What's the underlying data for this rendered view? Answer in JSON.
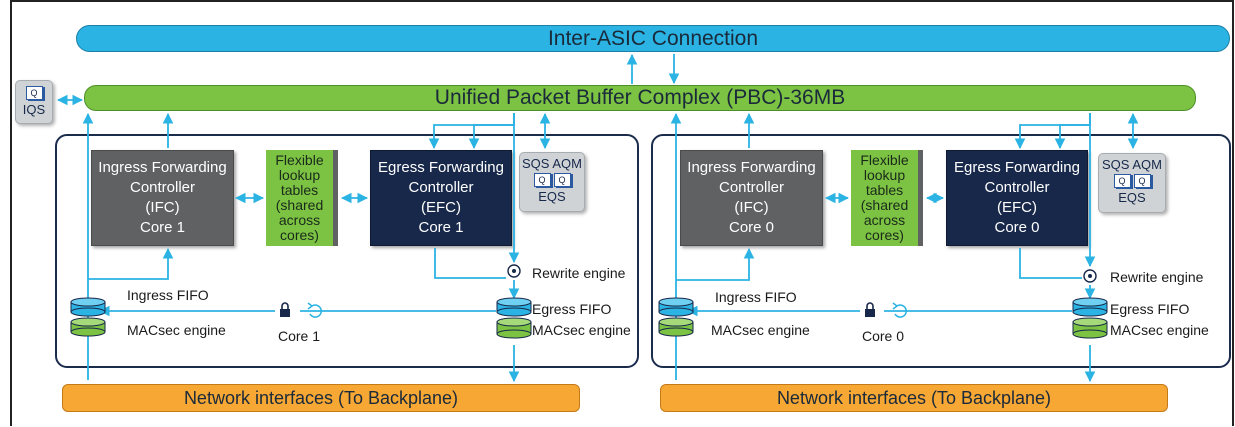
{
  "bars": {
    "inter_asic": "Inter-ASIC Connection",
    "pbc": "Unified Packet Buffer Complex (PBC)-36MB"
  },
  "iqs": {
    "label": "IQS",
    "q": "Q"
  },
  "cores": [
    {
      "ifc": {
        "line1": "Ingress Forwarding",
        "line2": "Controller",
        "line3": "(IFC)",
        "core": "Core 1"
      },
      "flex": {
        "line1": "Flexible",
        "line2": "lookup",
        "line3": "tables",
        "line4": "(shared",
        "line5": "across",
        "line6": "cores)"
      },
      "efc": {
        "line1": "Egress Forwarding",
        "line2": "Controller",
        "line3": "(EFC)",
        "core": "Core 1"
      },
      "queues": {
        "top": "SQS AQM",
        "q1": "Q",
        "q2": "Q",
        "bottom": "EQS"
      },
      "rewrite": "Rewrite engine",
      "ingress_fifo": "Ingress FIFO",
      "macsec_left": "MACsec engine",
      "core_label": "Core 1",
      "egress_fifo": "Egress FIFO",
      "macsec_right": "MACsec engine",
      "network": "Network interfaces (To Backplane)"
    },
    {
      "ifc": {
        "line1": "Ingress Forwarding",
        "line2": "Controller",
        "line3": "(IFC)",
        "core": "Core 0"
      },
      "flex": {
        "line1": "Flexible",
        "line2": "lookup",
        "line3": "tables",
        "line4": "(shared",
        "line5": "across",
        "line6": "cores)"
      },
      "efc": {
        "line1": "Egress Forwarding",
        "line2": "Controller",
        "line3": "(EFC)",
        "core": "Core 0"
      },
      "queues": {
        "top": "SQS AQM",
        "q1": "Q",
        "q2": "Q",
        "bottom": "EQS"
      },
      "rewrite": "Rewrite engine",
      "ingress_fifo": "Ingress FIFO",
      "macsec_left": "MACsec engine",
      "core_label": "Core 0",
      "egress_fifo": "Egress FIFO",
      "macsec_right": "MACsec engine",
      "network": "Network interfaces (To Backplane)"
    }
  ],
  "colors": {
    "inter_asic": "#2bb3e3",
    "pbc": "#7cc243",
    "network": "#f7a733",
    "ifc": "#5f6163",
    "efc": "#17284a",
    "arrow": "#2bb3e3",
    "panel_border": "#1a2b4c"
  },
  "icons": [
    "lock-icon",
    "sync-icon",
    "rewrite-engine-icon",
    "fifo-cylinder-icon",
    "queue-icon"
  ]
}
